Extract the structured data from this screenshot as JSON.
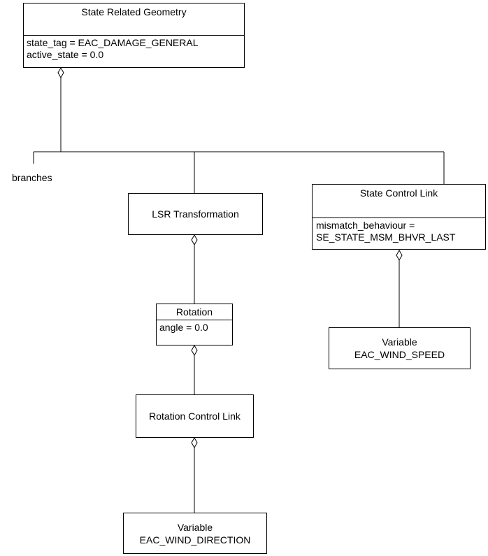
{
  "diagram": {
    "background_color": "#ffffff",
    "line_color": "#000000",
    "nodes": {
      "state_related_geometry": {
        "title": "State Related Geometry",
        "attributes": [
          "state_tag = EAC_DAMAGE_GENERAL",
          "active_state = 0.0"
        ]
      },
      "lsr_transformation": {
        "title": "LSR Transformation"
      },
      "rotation": {
        "title": "Rotation",
        "attributes": [
          "angle = 0.0"
        ]
      },
      "rotation_control_link": {
        "title": "Rotation Control Link"
      },
      "variable_wind_direction": {
        "title": "Variable",
        "subtitle": "EAC_WIND_DIRECTION"
      },
      "state_control_link": {
        "title": "State Control Link",
        "attributes": [
          "mismatch_behaviour =",
          "SE_STATE_MSM_BHVR_LAST"
        ]
      },
      "variable_wind_speed": {
        "title": "Variable",
        "subtitle": "EAC_WIND_SPEED"
      }
    },
    "edge_labels": {
      "branches": "branches"
    },
    "connector_style": "aggregation-hollow-diamond"
  }
}
